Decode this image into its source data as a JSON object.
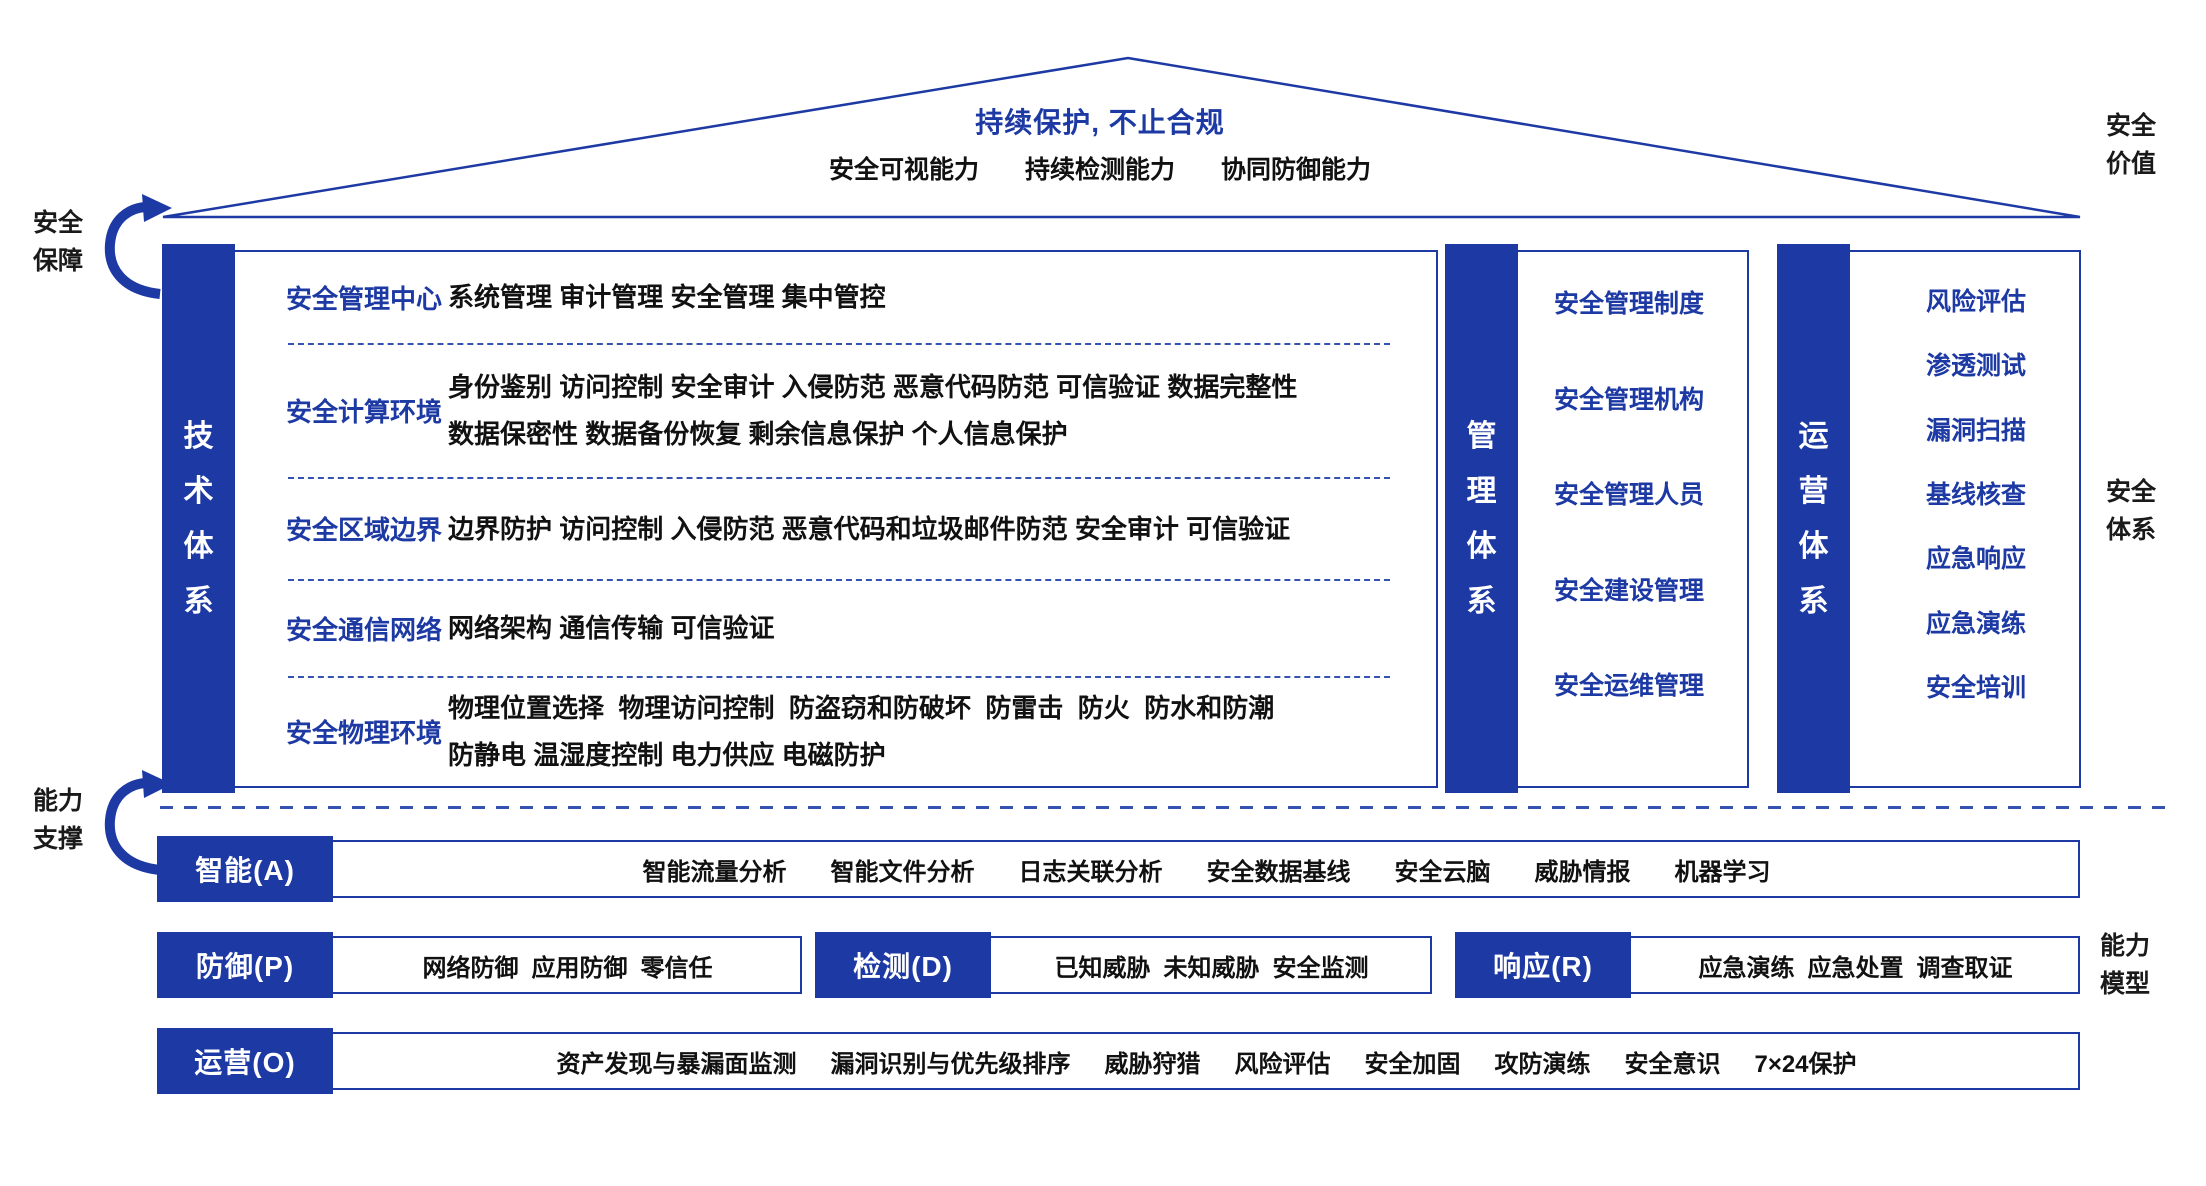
{
  "colors": {
    "primary": "#1d39a3",
    "dash": "#3452b0",
    "ink": "#111111"
  },
  "roof": {
    "title": "持续保护, 不止合规",
    "capabilities": [
      "安全可视能力",
      "持续检测能力",
      "协同防御能力"
    ]
  },
  "labels": {
    "security_value": "安全价值",
    "security_assurance": "安全保障",
    "capability_support": "能力支撑",
    "security_system": "安全体系",
    "capability_model": "能力模型"
  },
  "tech_system": {
    "bar_title": "技术体系",
    "rows": [
      {
        "label": "安全管理中心",
        "lines": [
          "系统管理 审计管理 安全管理 集中管控"
        ]
      },
      {
        "label": "安全计算环境",
        "lines": [
          "身份鉴别 访问控制 安全审计 入侵防范 恶意代码防范 可信验证 数据完整性",
          "数据保密性 数据备份恢复 剩余信息保护 个人信息保护"
        ]
      },
      {
        "label": "安全区域边界",
        "lines": [
          "边界防护 访问控制 入侵防范 恶意代码和垃圾邮件防范 安全审计 可信验证"
        ]
      },
      {
        "label": "安全通信网络",
        "lines": [
          "网络架构 通信传输 可信验证"
        ]
      },
      {
        "label": "安全物理环境",
        "lines": [
          "物理位置选择  物理访问控制  防盗窃和防破坏  防雷击  防火  防水和防潮",
          "防静电 温湿度控制 电力供应 电磁防护"
        ]
      }
    ]
  },
  "management_system": {
    "bar_title": "管理体系",
    "items": [
      "安全管理制度",
      "安全管理机构",
      "安全管理人员",
      "安全建设管理",
      "安全运维管理"
    ]
  },
  "operation_system": {
    "bar_title": "运营体系",
    "items": [
      "风险评估",
      "渗透测试",
      "漏洞扫描",
      "基线核查",
      "应急响应",
      "应急演练",
      "安全培训"
    ]
  },
  "capability_rows": {
    "intelligence": {
      "label": "智能(A)",
      "items": [
        "智能流量分析",
        "智能文件分析",
        "日志关联分析",
        "安全数据基线",
        "安全云脑",
        "威胁情报",
        "机器学习"
      ]
    },
    "defense": {
      "label": "防御(P)",
      "items": [
        "网络防御",
        "应用防御",
        "零信任"
      ]
    },
    "detection": {
      "label": "检测(D)",
      "items": [
        "已知威胁",
        "未知威胁",
        "安全监测"
      ]
    },
    "response": {
      "label": "响应(R)",
      "items": [
        "应急演练",
        "应急处置",
        "调查取证"
      ]
    },
    "operation": {
      "label": "运营(O)",
      "items": [
        "资产发现与暴漏面监测",
        "漏洞识别与优先级排序",
        "威胁狩猎",
        "风险评估",
        "安全加固",
        "攻防演练",
        "安全意识",
        "7×24保护"
      ]
    }
  }
}
